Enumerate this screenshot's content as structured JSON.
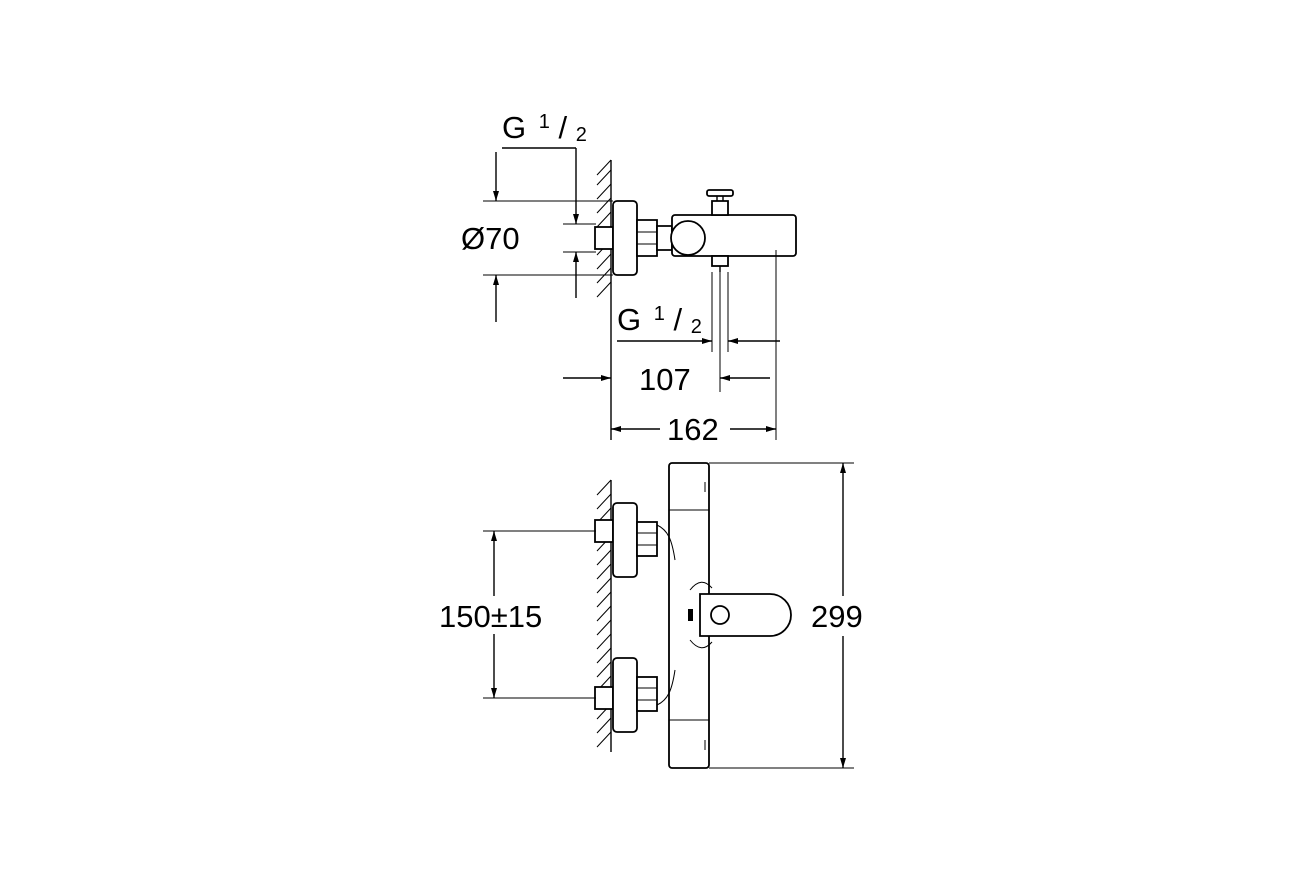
{
  "top_view": {
    "inlet_thread_top": {
      "main": "G",
      "num": "1",
      "slash": "/",
      "den": "2"
    },
    "diameter_label": "Ø70",
    "outlet_thread": {
      "main": "G",
      "num": "1",
      "slash": "/",
      "den": "2"
    },
    "dim_107": "107",
    "dim_162": "162"
  },
  "front_view": {
    "dim_centres": "150±15",
    "dim_height": "299"
  }
}
